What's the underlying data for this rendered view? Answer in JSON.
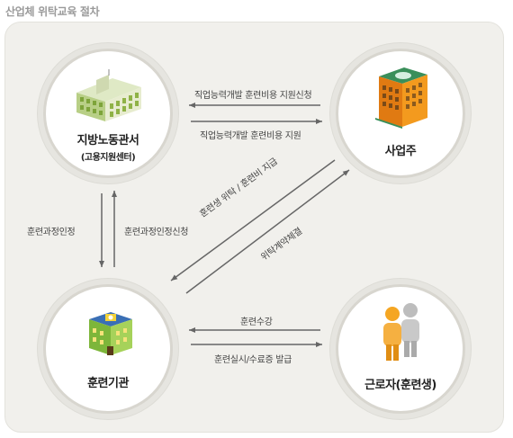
{
  "header": {
    "title": "산업체 위탁교육 절차"
  },
  "nodes": {
    "labor_office": {
      "label": "지방노동관서",
      "sub": "(고용지원센터)"
    },
    "employer": {
      "label": "사업주"
    },
    "training_org": {
      "label": "훈련기관"
    },
    "worker": {
      "label": "근로자(훈련생)"
    }
  },
  "arrows": {
    "apply": "직업능력개발 훈련비용 지원신청",
    "support": "직업능력개발 훈련비용 지원",
    "course_approval_up": "훈련과정인정신청",
    "course_approval_down": "훈련과정인정",
    "consign_pay": "훈련생 위탁 / 훈련비 지급",
    "contract": "위탁계약체결",
    "attend": "훈련수강",
    "certificate": "훈련실시/수료증 발급"
  },
  "colors": {
    "arrow": "#666666",
    "building_green": "#8cc63e",
    "building_orange": "#f39a1e",
    "worker_orange": "#f5a623"
  }
}
